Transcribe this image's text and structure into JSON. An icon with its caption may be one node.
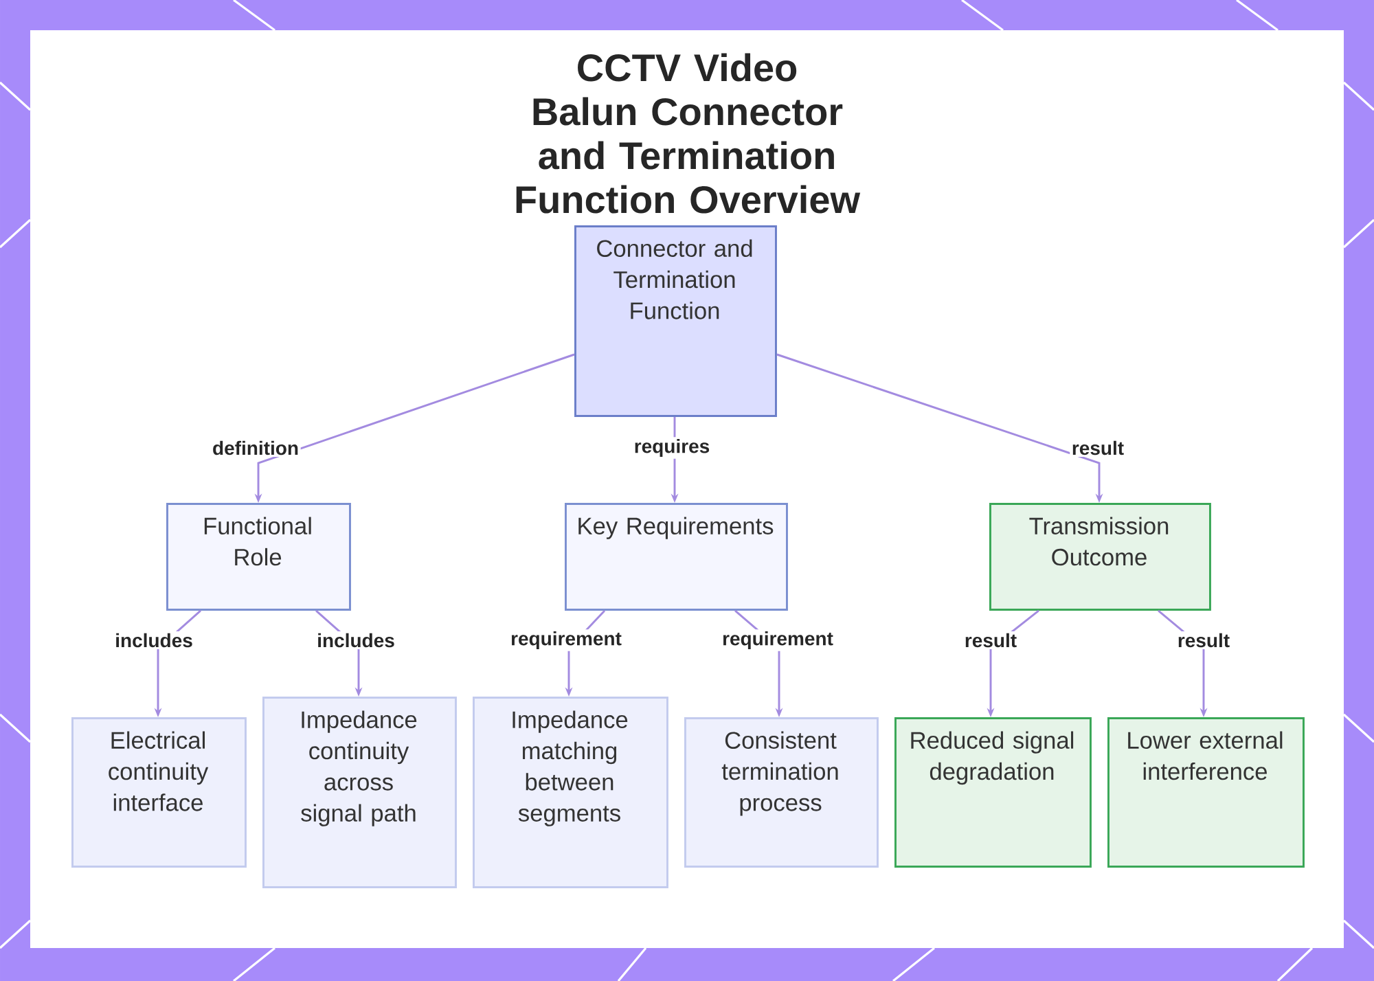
{
  "diagram": {
    "title": "CCTV Video Balun Connector and Termination Function Overview",
    "nodes": [
      {
        "text": [
          "Connector and Termination Function"
        ]
      },
      {
        "text": [
          "Functional Role"
        ]
      },
      {
        "text": [
          "Key Requirements"
        ]
      },
      {
        "text": [
          "Transmission Outcome"
        ]
      },
      {
        "text": [
          "Electrical continuity interface"
        ]
      },
      {
        "text": [
          "Impedance continuity across signal path"
        ]
      },
      {
        "text": [
          "Impedance matching between segments"
        ]
      },
      {
        "text": [
          "Consistent termination process"
        ]
      },
      {
        "text": [
          "Reduced signal degradation"
        ]
      },
      {
        "text": [
          "Lower external interference"
        ]
      }
    ],
    "edges": [
      {
        "from": 0,
        "to": 1,
        "arrow": "to",
        "label": "definition"
      },
      {
        "from": 0,
        "to": 2,
        "arrow": "to",
        "label": "requires"
      },
      {
        "from": 0,
        "to": 3,
        "arrow": "to",
        "label": "result"
      },
      {
        "from": 1,
        "to": 4,
        "arrow": "to",
        "label": "includes"
      },
      {
        "from": 1,
        "to": 5,
        "arrow": "to",
        "label": "includes"
      },
      {
        "from": 2,
        "to": 6,
        "arrow": "to",
        "label": "requirement"
      },
      {
        "from": 2,
        "to": 7,
        "arrow": "to",
        "label": "requirement"
      },
      {
        "from": 3,
        "to": 8,
        "arrow": "to",
        "label": "result"
      },
      {
        "from": 3,
        "to": 9,
        "arrow": "to",
        "label": "result"
      }
    ]
  }
}
